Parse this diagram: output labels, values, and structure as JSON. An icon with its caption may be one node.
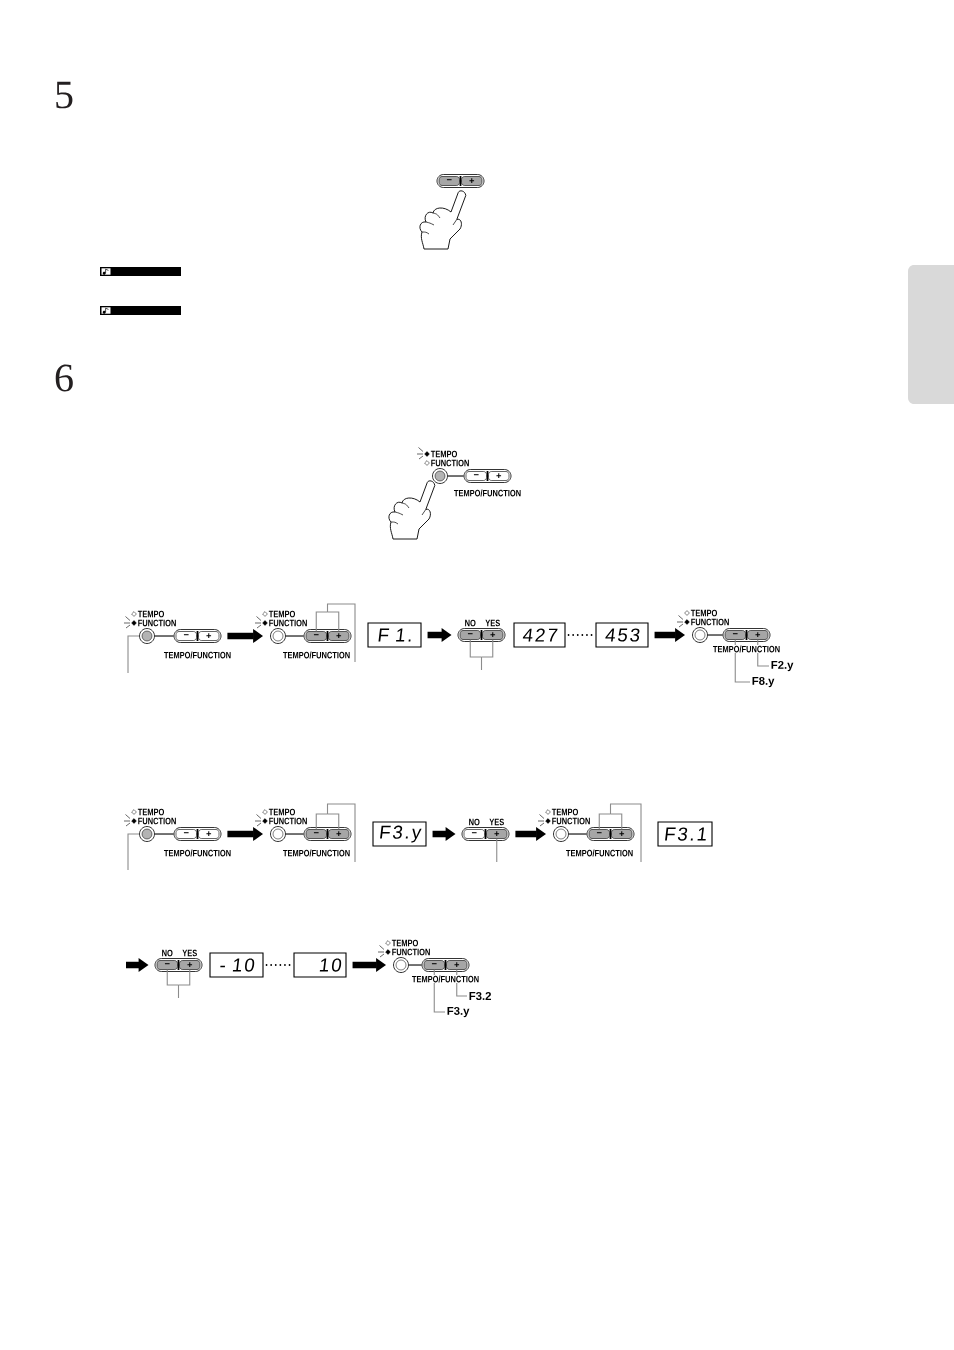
{
  "diagram": {
    "nodes": [
      {
        "text": [],
        "shape": "box"
      },
      {
        "text": [
          "−"
        ],
        "in": 0
      },
      {
        "text": [
          "+"
        ],
        "in": 0
      },
      {
        "text": [],
        "shape": "circle",
        "beside": [
          "TEMPO",
          "FUNCTION"
        ]
      },
      {
        "text": [],
        "shape": "box",
        "beside": [
          "TEMPO/FUNCTION"
        ]
      },
      {
        "text": [
          "−"
        ],
        "in": 4
      },
      {
        "text": [
          "+"
        ],
        "in": 4
      },
      {
        "text": [],
        "shape": "circle",
        "beside": [
          "TEMPO",
          "FUNCTION"
        ]
      },
      {
        "text": [],
        "shape": "box",
        "beside": [
          "TEMPO/FUNCTION"
        ]
      },
      {
        "text": [
          "−"
        ],
        "in": 8
      },
      {
        "text": [
          "+"
        ],
        "in": 8
      },
      {
        "text": [],
        "shape": "circle",
        "beside": [
          "TEMPO",
          "FUNCTION"
        ]
      },
      {
        "text": [],
        "shape": "box",
        "beside": [
          "TEMPO/FUNCTION"
        ]
      },
      {
        "text": [
          "−"
        ],
        "in": 12
      },
      {
        "text": [
          "+"
        ],
        "in": 12
      },
      {
        "text": [
          "F 1."
        ]
      },
      {
        "text": [],
        "shape": "box"
      },
      {
        "text": [
          "−"
        ],
        "in": 16,
        "beside": [
          "NO"
        ]
      },
      {
        "text": [
          "+"
        ],
        "in": 16,
        "beside": [
          "YES"
        ]
      },
      {
        "text": [
          "427"
        ]
      },
      {
        "text": [
          "453"
        ]
      },
      {
        "text": [],
        "shape": "circle",
        "beside": [
          "TEMPO",
          "FUNCTION"
        ]
      },
      {
        "text": [],
        "shape": "box",
        "beside": [
          "TEMPO/FUNCTION"
        ]
      },
      {
        "text": [
          "−"
        ],
        "in": 22
      },
      {
        "text": [
          "+"
        ],
        "in": 22
      },
      {
        "text": [
          "F2.y"
        ]
      },
      {
        "text": [
          "F8.y"
        ]
      },
      {
        "text": [],
        "shape": "circle",
        "beside": [
          "TEMPO",
          "FUNCTION"
        ]
      },
      {
        "text": [],
        "shape": "box",
        "beside": [
          "TEMPO/FUNCTION"
        ]
      },
      {
        "text": [
          "−"
        ],
        "in": 28
      },
      {
        "text": [
          "+"
        ],
        "in": 28
      },
      {
        "text": [],
        "shape": "circle",
        "beside": [
          "TEMPO",
          "FUNCTION"
        ]
      },
      {
        "text": [],
        "shape": "box",
        "beside": [
          "TEMPO/FUNCTION"
        ]
      },
      {
        "text": [
          "−"
        ],
        "in": 32
      },
      {
        "text": [
          "+"
        ],
        "in": 32
      },
      {
        "text": [
          "F3.y"
        ]
      },
      {
        "text": [],
        "shape": "box"
      },
      {
        "text": [
          "−"
        ],
        "in": 36,
        "beside": [
          "NO"
        ]
      },
      {
        "text": [
          "+"
        ],
        "in": 36,
        "beside": [
          "YES"
        ]
      },
      {
        "text": [],
        "shape": "circle",
        "beside": [
          "TEMPO",
          "FUNCTION"
        ]
      },
      {
        "text": [],
        "shape": "box",
        "beside": [
          "TEMPO/FUNCTION"
        ]
      },
      {
        "text": [
          "−"
        ],
        "in": 40
      },
      {
        "text": [
          "+"
        ],
        "in": 40
      },
      {
        "text": [
          "F3.1"
        ]
      },
      {
        "text": [],
        "shape": "box"
      },
      {
        "text": [
          "−"
        ],
        "in": 44,
        "beside": [
          "NO"
        ]
      },
      {
        "text": [
          "+"
        ],
        "in": 44,
        "beside": [
          "YES"
        ]
      },
      {
        "text": [
          "- 10"
        ]
      },
      {
        "text": [
          "10"
        ]
      },
      {
        "text": [],
        "shape": "circle",
        "beside": [
          "TEMPO",
          "FUNCTION"
        ]
      },
      {
        "text": [],
        "shape": "box",
        "beside": [
          "TEMPO/FUNCTION"
        ]
      },
      {
        "text": [
          "−"
        ],
        "in": 50
      },
      {
        "text": [
          "+"
        ],
        "in": 50
      },
      {
        "text": [
          "F3.2"
        ]
      },
      {
        "text": [
          "F3.y"
        ]
      },
      {
        "text": [],
        "shape": "box"
      }
    ],
    "edges": [
      {
        "from": 3,
        "to": 4,
        "arrow": "none"
      },
      {
        "from": null,
        "to": 7,
        "arrow": "none",
        "color": "#8c8c8c"
      },
      {
        "from": 7,
        "to": 8,
        "arrow": "none"
      },
      {
        "from": 8,
        "to": 11,
        "arrow": "to",
        "style": "thick"
      },
      {
        "from": 11,
        "to": 12,
        "arrow": "none"
      },
      {
        "from": null,
        "to": 13,
        "arrow": "none",
        "color": "#8c8c8c"
      },
      {
        "from": null,
        "to": 14,
        "arrow": "none",
        "color": "#8c8c8c"
      },
      {
        "from": 15,
        "to": 16,
        "arrow": "to",
        "style": "thick"
      },
      {
        "from": null,
        "to": 17,
        "arrow": "none",
        "color": "#8c8c8c"
      },
      {
        "from": null,
        "to": 18,
        "arrow": "none",
        "color": "#8c8c8c"
      },
      {
        "from": 19,
        "to": 20,
        "arrow": "none",
        "style": "dashed"
      },
      {
        "from": 20,
        "to": 21,
        "arrow": "to",
        "style": "thick"
      },
      {
        "from": 21,
        "to": 22,
        "arrow": "none"
      },
      {
        "from": 25,
        "to": 24,
        "arrow": "none",
        "color": "#8c8c8c"
      },
      {
        "from": 26,
        "to": 23,
        "arrow": "none",
        "color": "#8c8c8c"
      },
      {
        "from": null,
        "to": 27,
        "arrow": "none",
        "color": "#8c8c8c"
      },
      {
        "from": 27,
        "to": 28,
        "arrow": "none"
      },
      {
        "from": 28,
        "to": 31,
        "arrow": "to",
        "style": "thick"
      },
      {
        "from": 31,
        "to": 32,
        "arrow": "none"
      },
      {
        "from": null,
        "to": 33,
        "arrow": "none",
        "color": "#8c8c8c"
      },
      {
        "from": null,
        "to": 34,
        "arrow": "none",
        "color": "#8c8c8c"
      },
      {
        "from": 35,
        "to": 36,
        "arrow": "to",
        "style": "thick"
      },
      {
        "from": null,
        "to": 38,
        "arrow": "none",
        "color": "#8c8c8c"
      },
      {
        "from": 36,
        "to": 39,
        "arrow": "to",
        "style": "thick"
      },
      {
        "from": 39,
        "to": 40,
        "arrow": "none"
      },
      {
        "from": null,
        "to": 41,
        "arrow": "none",
        "color": "#8c8c8c"
      },
      {
        "from": null,
        "to": 42,
        "arrow": "none",
        "color": "#8c8c8c"
      },
      {
        "from": null,
        "to": 44,
        "arrow": "to",
        "style": "thick"
      },
      {
        "from": null,
        "to": 45,
        "arrow": "none",
        "color": "#8c8c8c"
      },
      {
        "from": null,
        "to": 46,
        "arrow": "none",
        "color": "#8c8c8c"
      },
      {
        "from": 47,
        "to": 48,
        "arrow": "none",
        "style": "dashed"
      },
      {
        "from": 48,
        "to": 49,
        "arrow": "to",
        "style": "thick"
      },
      {
        "from": 49,
        "to": 50,
        "arrow": "none"
      },
      {
        "from": 53,
        "to": 52,
        "arrow": "none",
        "color": "#8c8c8c"
      },
      {
        "from": 54,
        "to": 51,
        "arrow": "none",
        "color": "#8c8c8c"
      }
    ],
    "labels": [
      "5",
      "6"
    ]
  }
}
